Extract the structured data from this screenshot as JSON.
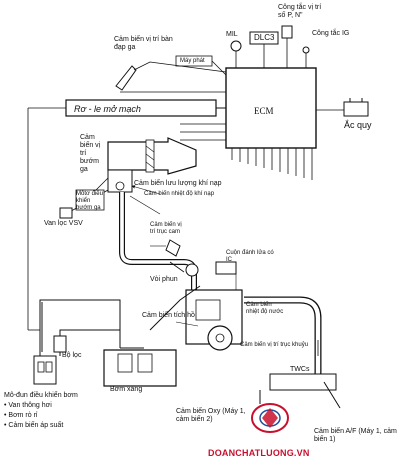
{
  "labels": {
    "throttle_position_sensor": "Cảm biến vị trí bàn đạp ga",
    "mil": "MIL",
    "dlc3": "DLC3",
    "gear_switch": "Công tắc vị trí số P, N\"",
    "ig_switch": "Công tắc IG",
    "generator": "Máy phát",
    "ecm": "ECM",
    "relay": "Rơ - le mở mạch",
    "battery": "Ắc quy",
    "throttle_body_sensor": "Cảm biến vị trí bướm ga",
    "airflow_sensor": "Cảm biến lưu lượng khí nạp",
    "intake_temp_sensor": "Cảm biến nhiệt độ khí nạp",
    "throttle_motor": "Môtơ điều khiển bướm ga",
    "vsv": "Van lọc VSV",
    "cam_sensor": "Cảm biến vị trí trục cam",
    "ignition_coil": "Cuộn đánh lửa có IC",
    "injector": "Vòi phun",
    "knock_sensor": "Cảm biến tích hồ",
    "coolant_temp_sensor": "Cảm biến nhiệt độ nước",
    "crank_sensor": "Cảm biến vị trí trục khuỷu",
    "filter": "Bộ lọc",
    "fuel_pump": "Bơm xăng",
    "twcs": "TWCs",
    "o2_sensor": "Cảm biến Oxy (Máy 1, cảm biến 2)",
    "af_sensor": "Cảm biến A/F (Máy 1, cảm biến 1)",
    "pump_module_title": "Mô-đun điều khiển bơm",
    "pump_module_items": [
      "• Van thông hơi",
      "• Bơm rò rỉ",
      "• Cảm biến áp suất"
    ],
    "watermark": "DOANCHATLUONG.VN"
  },
  "colors": {
    "line": "#111111",
    "pipe_fill": "#ffffff",
    "watermark": "#c8102e"
  }
}
